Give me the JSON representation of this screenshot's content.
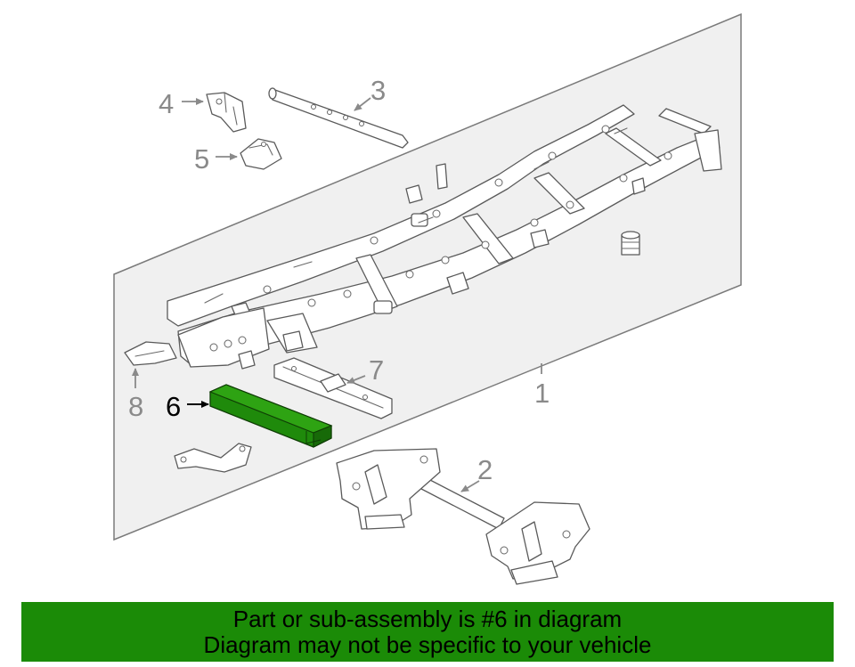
{
  "callouts": [
    {
      "id": "1",
      "label": "1"
    },
    {
      "id": "2",
      "label": "2"
    },
    {
      "id": "3",
      "label": "3"
    },
    {
      "id": "4",
      "label": "4"
    },
    {
      "id": "5",
      "label": "5"
    },
    {
      "id": "6",
      "label": "6"
    },
    {
      "id": "7",
      "label": "7"
    },
    {
      "id": "8",
      "label": "8"
    }
  ],
  "highlighted_part": "6",
  "colors": {
    "highlight_part": "#1f8a0b",
    "banner_background": "#1b8b07",
    "panel_stroke": "#7a7a7a",
    "callout_text": "#8a8a8a"
  },
  "banner": {
    "line1": "Part or sub-assembly is #6 in diagram",
    "line2": "Diagram may not be specific to your vehicle"
  }
}
